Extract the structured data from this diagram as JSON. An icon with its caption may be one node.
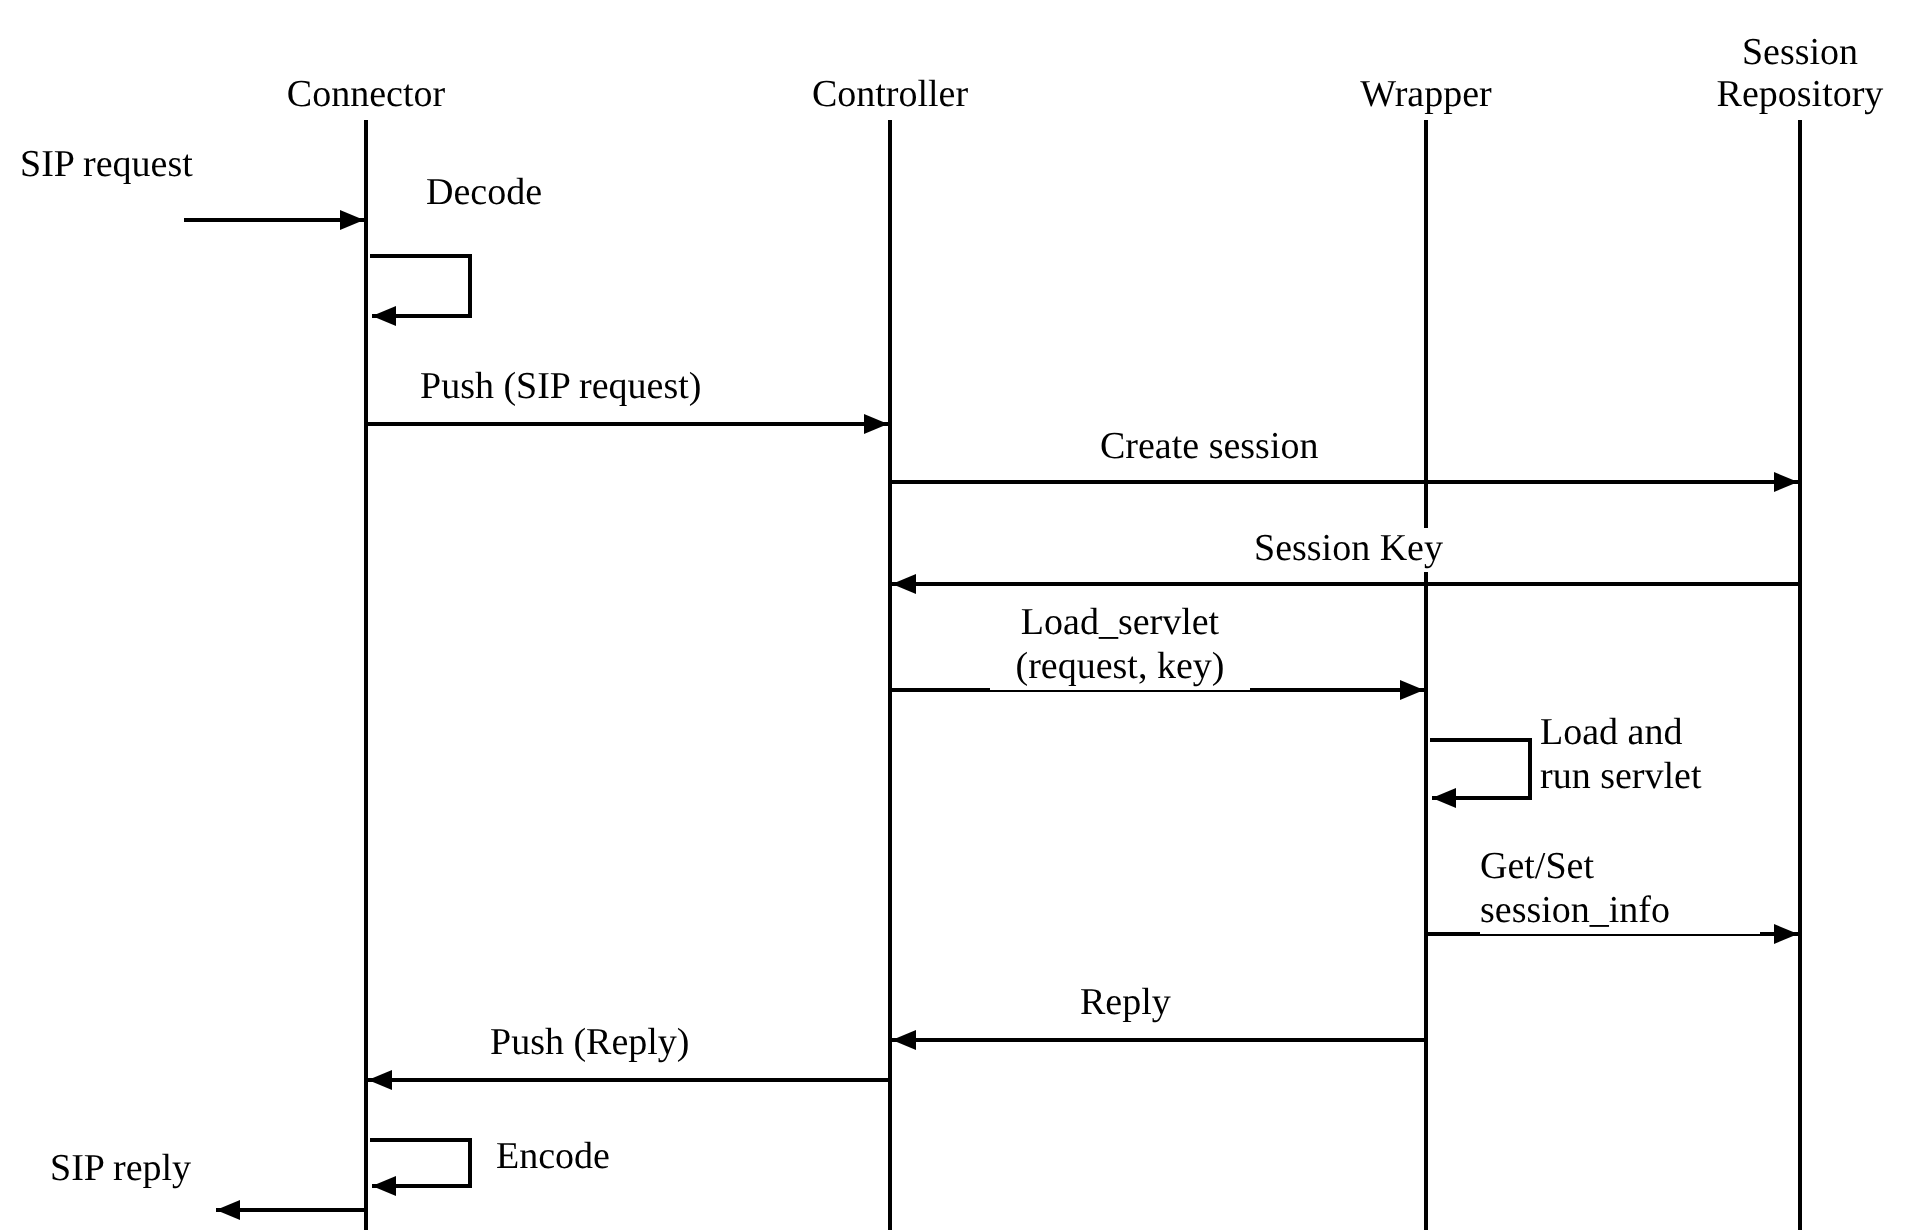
{
  "diagram": {
    "nodes": [
      {
        "text": [
          "Connector"
        ]
      },
      {
        "text": [
          "Controller"
        ]
      },
      {
        "text": [
          "Wrapper"
        ]
      },
      {
        "text": [
          "Session Repository"
        ]
      }
    ],
    "edges": [
      {
        "from": null,
        "to": 0,
        "arrow": "to",
        "label": "SIP request"
      },
      {
        "from": 0,
        "to": 0,
        "arrow": "to",
        "label": "Decode"
      },
      {
        "from": 0,
        "to": 1,
        "arrow": "to",
        "label": "Push (SIP request)"
      },
      {
        "from": 1,
        "to": 3,
        "arrow": "to",
        "label": "Create session"
      },
      {
        "from": 3,
        "to": 1,
        "arrow": "to",
        "label": "Session Key"
      },
      {
        "from": 1,
        "to": 2,
        "arrow": "to",
        "label": "Load_servlet (request, key)"
      },
      {
        "from": 2,
        "to": 2,
        "arrow": "to",
        "label": "Load and run servlet"
      },
      {
        "from": 2,
        "to": 3,
        "arrow": "to",
        "label": "Get/Set session_info"
      },
      {
        "from": 2,
        "to": 1,
        "arrow": "to",
        "label": "Reply"
      },
      {
        "from": 1,
        "to": 0,
        "arrow": "to",
        "label": "Push (Reply)"
      },
      {
        "from": 0,
        "to": 0,
        "arrow": "to",
        "label": "Encode"
      },
      {
        "from": 0,
        "to": null,
        "arrow": "to",
        "label": "SIP reply"
      }
    ]
  }
}
